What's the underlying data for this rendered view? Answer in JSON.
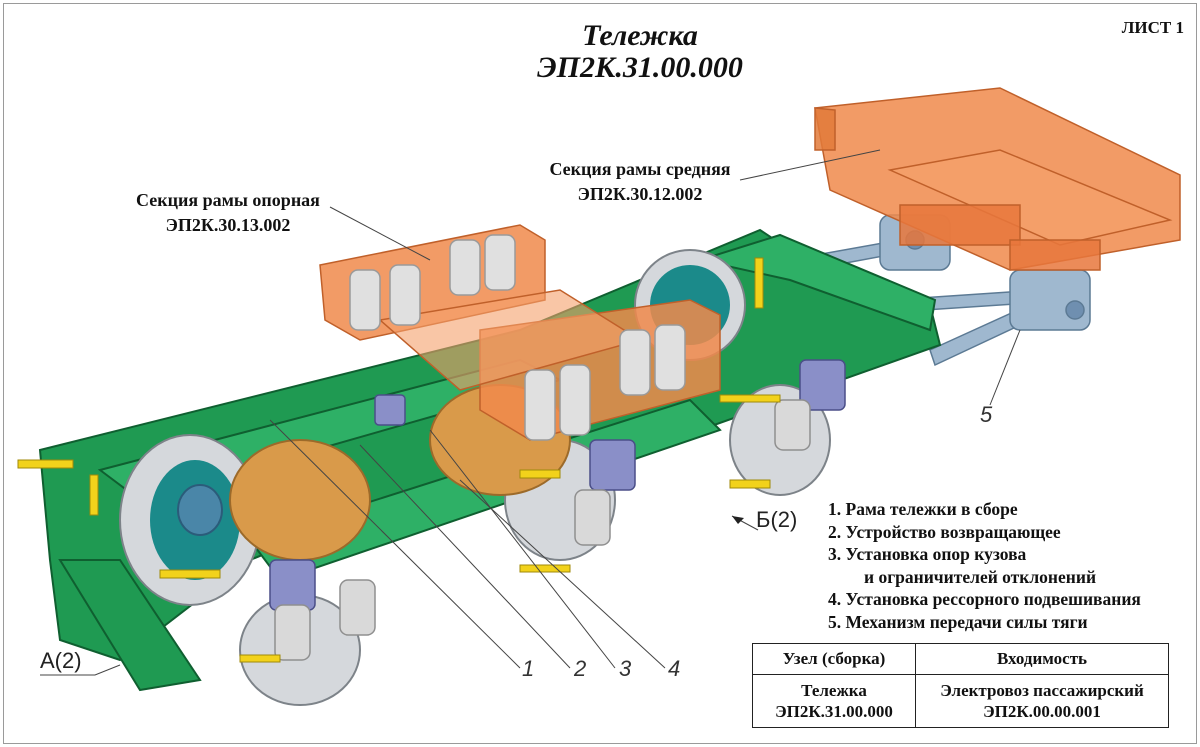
{
  "sheet_label": "ЛИСТ 1",
  "title": {
    "line1": "Тележка",
    "line2": "ЭП2К.31.00.000"
  },
  "labels": {
    "support_section": {
      "name": "Секция рамы опорная",
      "code": "ЭП2К.30.13.002"
    },
    "middle_section": {
      "name": "Секция рамы средняя",
      "code": "ЭП2К.30.12.002"
    }
  },
  "callouts": [
    "1",
    "2",
    "3",
    "4",
    "5"
  ],
  "views": {
    "a": "А(2)",
    "b": "Б(2)"
  },
  "legend": [
    "1. Рама тележки в сборе",
    "2. Устройство возвращающее",
    "3. Установка опор кузова",
    "и ограничителей отклонений",
    "4. Установка рессорного подвешивания",
    "5. Механизм передачи силы тяги"
  ],
  "table": {
    "headers": [
      "Узел (сборка)",
      "Входимость"
    ],
    "row": {
      "unit_name": "Тележка",
      "unit_code": "ЭП2К.31.00.000",
      "parent_name": "Электровоз пассажирский",
      "parent_code": "ЭП2К.00.00.001"
    }
  },
  "colors": {
    "frame_green": "#1f9a52",
    "section_orange": "#f08a4b",
    "motor_orange": "#d99a4a",
    "axlebox_blue": "#8a8fc8",
    "spring_grey": "#d9d9d9",
    "wheel_teal": "#1b8a8a",
    "yellow": "#f2d21b",
    "rod_blue": "#9fb8cf"
  }
}
